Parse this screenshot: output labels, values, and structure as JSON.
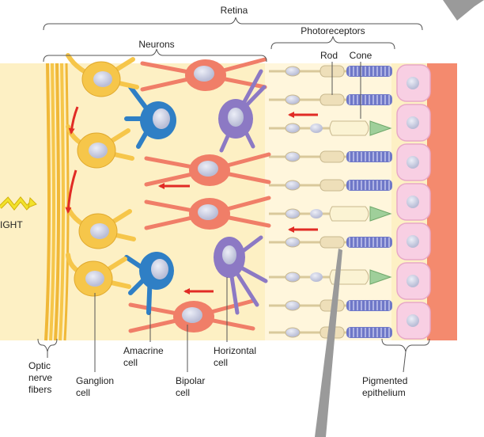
{
  "labels": {
    "retina": "Retina",
    "neurons": "Neurons",
    "photoreceptors": "Photoreceptors",
    "rod": "Rod",
    "cone": "Cone",
    "light": "IGHT",
    "optic_nerve_fibers": [
      "Optic",
      "nerve",
      "fibers"
    ],
    "ganglion_cell": [
      "Ganglion",
      "cell"
    ],
    "amacrine_cell": [
      "Amacrine",
      "cell"
    ],
    "bipolar_cell": [
      "Bipolar",
      "cell"
    ],
    "horizontal_cell": [
      "Horizontal",
      "cell"
    ],
    "pigmented_epithelium": [
      "Pigmented",
      "epithelium"
    ]
  },
  "colors": {
    "retina_bg": "#fdf0c4",
    "ganglion": "#f6c64a",
    "bipolar": "#f07e68",
    "amacrine": "#2f7fc5",
    "horizontal": "#8c79c4",
    "rod": "#eedfb9",
    "cone_tip": "#9fcf9a",
    "disc": "#6f78c8",
    "epithelium": "#f8cfe3",
    "choroid": "#f48a6e",
    "arrow": "#e12b25",
    "light": "#f2e22a",
    "pointer": "#9a9a9a"
  }
}
